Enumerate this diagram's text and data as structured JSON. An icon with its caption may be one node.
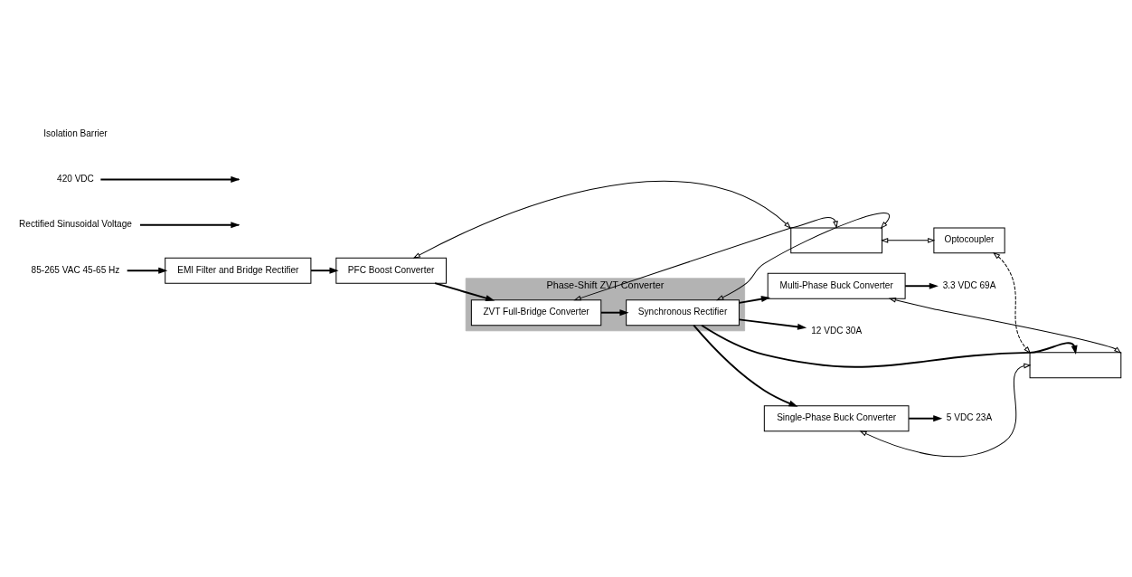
{
  "diagram": {
    "nodes": [
      {
        "text": [
          "85-265 VAC 45-65 Hz"
        ]
      },
      {
        "text": [
          "EMI Filter and Bridge Rectifier"
        ]
      },
      {
        "text": [
          "Rectified Sinusoidal Voltage"
        ]
      },
      {
        "text": [
          "PFC Boost Converter"
        ]
      },
      {
        "text": [
          "420 VDC"
        ]
      },
      {
        "text": [
          "Phase-Shift ZVT Converter"
        ]
      },
      {
        "text": [
          "ZVT Full-Bridge Converter"
        ],
        "in": 5
      },
      {
        "text": [
          "Synchronous Rectifier"
        ],
        "in": 5
      },
      {
        "text": [
          "Multi-Phase Buck Converter"
        ]
      },
      {
        "text": [
          "Single-Phase Buck Converter"
        ]
      },
      {
        "text": [
          "12 VDC 30A"
        ]
      },
      {
        "text": [
          "3.3 VDC 69A"
        ]
      },
      {
        "text": [
          "5 VDC 23A"
        ]
      },
      {
        "text": [],
        "shape": "box"
      },
      {
        "text": [
          "Optocoupler"
        ]
      },
      {
        "text": [],
        "shape": "box"
      }
    ],
    "edges": [
      {
        "from": 0,
        "to": 1,
        "arrow": "to"
      },
      {
        "from": 1,
        "to": 3,
        "arrow": "to"
      },
      {
        "from": 2,
        "to": null,
        "arrow": "to"
      },
      {
        "from": 3,
        "to": 6,
        "arrow": "to"
      },
      {
        "from": 4,
        "to": null,
        "arrow": "to"
      },
      {
        "from": 6,
        "to": 7,
        "arrow": "to"
      },
      {
        "from": 7,
        "to": 10,
        "arrow": "to"
      },
      {
        "from": 7,
        "to": 8,
        "arrow": "to"
      },
      {
        "from": 7,
        "to": 9,
        "arrow": "to"
      },
      {
        "from": 8,
        "to": 11,
        "arrow": "to"
      },
      {
        "from": 9,
        "to": 12,
        "arrow": "to"
      },
      {
        "from": 3,
        "to": 13,
        "arrow": "both"
      },
      {
        "from": 6,
        "to": 13,
        "arrow": "both"
      },
      {
        "from": 7,
        "to": 13,
        "arrow": "both"
      },
      {
        "from": 13,
        "to": 14,
        "arrow": "both"
      },
      {
        "from": 14,
        "to": 15,
        "arrow": "both",
        "style": "dashed"
      },
      {
        "from": 7,
        "to": 15,
        "arrow": "to"
      },
      {
        "from": 8,
        "to": 15,
        "arrow": "both"
      },
      {
        "from": 9,
        "to": 15,
        "arrow": "both"
      }
    ],
    "labels": [
      "Isolation Barrier"
    ]
  }
}
